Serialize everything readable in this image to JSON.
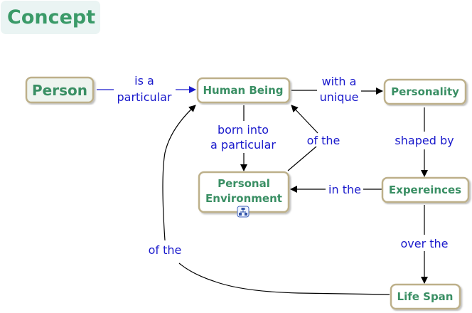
{
  "title": "Concept",
  "nodes": {
    "person": "Person",
    "human_being": "Human Being",
    "personality": "Personality",
    "personal_environment": [
      "Personal",
      "Environment"
    ],
    "experiences": "Expereinces",
    "life_span": "Life Span"
  },
  "links": {
    "is_a_particular": [
      "is a",
      "particular"
    ],
    "with_a_unique": [
      "with a",
      "unique"
    ],
    "born_into": [
      "born into",
      "a particular"
    ],
    "of_the_env": "of the",
    "shaped_by": "shaped by",
    "in_the": "in the",
    "over_the": "over the",
    "of_the_life": "of the"
  },
  "colors": {
    "concept_text": "#3a8f64",
    "link_text": "#1a1acc",
    "border": "#bdb08a"
  },
  "icons": {
    "submap": "concept-map-icon"
  }
}
